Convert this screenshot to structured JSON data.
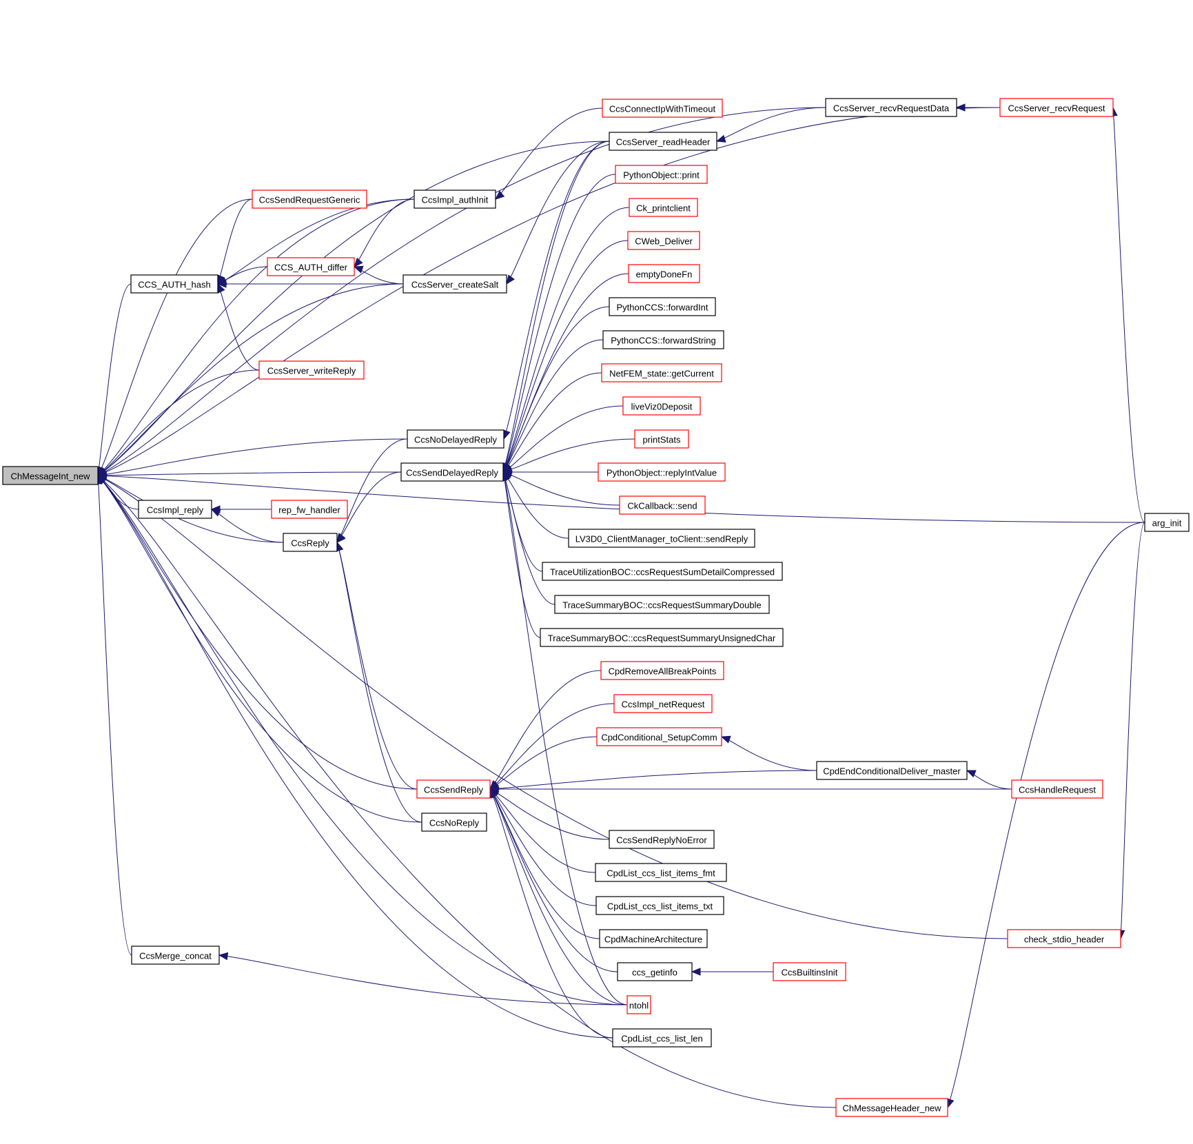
{
  "title": "ChMessageInt_new caller graph",
  "colors": {
    "edge": "#191970",
    "border_default": "#000000",
    "border_undocumented": "#ff0000",
    "root_fill": "#bfbfbf"
  },
  "nodes": [
    {
      "id": "ChMessageInt_new",
      "label": "ChMessageInt_new",
      "style": "root"
    },
    {
      "id": "CCS_AUTH_hash",
      "label": "CCS_AUTH_hash",
      "style": "black"
    },
    {
      "id": "CcsSendRequestGeneric",
      "label": "CcsSendRequestGeneric",
      "style": "red"
    },
    {
      "id": "CCS_AUTH_differ",
      "label": "CCS_AUTH_differ",
      "style": "red"
    },
    {
      "id": "CcsServer_writeReply",
      "label": "CcsServer_writeReply",
      "style": "red"
    },
    {
      "id": "CcsImpl_authInit",
      "label": "CcsImpl_authInit",
      "style": "black"
    },
    {
      "id": "CcsServer_createSalt",
      "label": "CcsServer_createSalt",
      "style": "black"
    },
    {
      "id": "CcsImpl_reply",
      "label": "CcsImpl_reply",
      "style": "black"
    },
    {
      "id": "rep_fw_handler",
      "label": "rep_fw_handler",
      "style": "red"
    },
    {
      "id": "CcsReply",
      "label": "CcsReply",
      "style": "black"
    },
    {
      "id": "CcsNoDelayedReply",
      "label": "CcsNoDelayedReply",
      "style": "black"
    },
    {
      "id": "CcsSendDelayedReply",
      "label": "CcsSendDelayedReply",
      "style": "black"
    },
    {
      "id": "CcsSendReply",
      "label": "CcsSendReply",
      "style": "red"
    },
    {
      "id": "CcsNoReply",
      "label": "CcsNoReply",
      "style": "black"
    },
    {
      "id": "CcsMerge_concat",
      "label": "CcsMerge_concat",
      "style": "black"
    },
    {
      "id": "CcsConnectIpWithTimeout",
      "label": "CcsConnectIpWithTimeout",
      "style": "red"
    },
    {
      "id": "CcsServer_readHeader",
      "label": "CcsServer_readHeader",
      "style": "black"
    },
    {
      "id": "PythonObject_print",
      "label": "PythonObject::print",
      "style": "red"
    },
    {
      "id": "Ck_printclient",
      "label": "Ck_printclient",
      "style": "red"
    },
    {
      "id": "CWeb_Deliver",
      "label": "CWeb_Deliver",
      "style": "red"
    },
    {
      "id": "emptyDoneFn",
      "label": "emptyDoneFn",
      "style": "red"
    },
    {
      "id": "PythonCCS_forwardInt",
      "label": "PythonCCS::forwardInt",
      "style": "black"
    },
    {
      "id": "PythonCCS_forwardString",
      "label": "PythonCCS::forwardString",
      "style": "black"
    },
    {
      "id": "NetFEM_state_getCurrent",
      "label": "NetFEM_state::getCurrent",
      "style": "red"
    },
    {
      "id": "liveViz0Deposit",
      "label": "liveViz0Deposit",
      "style": "red"
    },
    {
      "id": "printStats",
      "label": "printStats",
      "style": "red"
    },
    {
      "id": "PythonObject_replyIntValue",
      "label": "PythonObject::replyIntValue",
      "style": "red"
    },
    {
      "id": "CkCallback_send",
      "label": "CkCallback::send",
      "style": "red"
    },
    {
      "id": "LV3D0_sendReply",
      "label": "LV3D0_ClientManager_toClient::sendReply",
      "style": "black"
    },
    {
      "id": "TraceUtil_SumDetail",
      "label": "TraceUtilizationBOC::ccsRequestSumDetailCompressed",
      "style": "black"
    },
    {
      "id": "TraceSummary_Double",
      "label": "TraceSummaryBOC::ccsRequestSummaryDouble",
      "style": "black"
    },
    {
      "id": "TraceSummary_UChar",
      "label": "TraceSummaryBOC::ccsRequestSummaryUnsignedChar",
      "style": "black"
    },
    {
      "id": "CpdRemoveAllBreakPoints",
      "label": "CpdRemoveAllBreakPoints",
      "style": "red"
    },
    {
      "id": "CcsImpl_netRequest",
      "label": "CcsImpl_netRequest",
      "style": "red"
    },
    {
      "id": "CpdConditional_SetupComm",
      "label": "CpdConditional_SetupComm",
      "style": "red"
    },
    {
      "id": "CcsSendReplyNoError",
      "label": "CcsSendReplyNoError",
      "style": "black"
    },
    {
      "id": "CpdList_items_fmt",
      "label": "CpdList_ccs_list_items_fmt",
      "style": "black"
    },
    {
      "id": "CpdList_items_txt",
      "label": "CpdList_ccs_list_items_txt",
      "style": "black"
    },
    {
      "id": "CpdMachineArchitecture",
      "label": "CpdMachineArchitecture",
      "style": "black"
    },
    {
      "id": "ccs_getinfo",
      "label": "ccs_getinfo",
      "style": "black"
    },
    {
      "id": "ntohl",
      "label": "ntohl",
      "style": "red"
    },
    {
      "id": "CpdList_len",
      "label": "CpdList_ccs_list_len",
      "style": "black"
    },
    {
      "id": "CcsServer_recvRequestData",
      "label": "CcsServer_recvRequestData",
      "style": "black"
    },
    {
      "id": "CcsServer_recvRequest",
      "label": "CcsServer_recvRequest",
      "style": "red"
    },
    {
      "id": "CpdEndConditionalDeliver_master",
      "label": "CpdEndConditionalDeliver_master",
      "style": "black"
    },
    {
      "id": "CcsHandleRequest",
      "label": "CcsHandleRequest",
      "style": "red"
    },
    {
      "id": "CcsBuiltinsInit",
      "label": "CcsBuiltinsInit",
      "style": "red"
    },
    {
      "id": "check_stdio_header",
      "label": "check_stdio_header",
      "style": "red"
    },
    {
      "id": "ChMessageHeader_new",
      "label": "ChMessageHeader_new",
      "style": "red"
    },
    {
      "id": "arg_init",
      "label": "arg_init",
      "style": "black"
    }
  ],
  "edges": [
    [
      "CCS_AUTH_hash",
      "ChMessageInt_new"
    ],
    [
      "CcsSendRequestGeneric",
      "ChMessageInt_new"
    ],
    [
      "CcsImpl_authInit",
      "ChMessageInt_new"
    ],
    [
      "CcsServer_createSalt",
      "ChMessageInt_new"
    ],
    [
      "CcsServer_writeReply",
      "ChMessageInt_new"
    ],
    [
      "CcsNoDelayedReply",
      "ChMessageInt_new"
    ],
    [
      "CcsSendDelayedReply",
      "ChMessageInt_new"
    ],
    [
      "CcsImpl_reply",
      "ChMessageInt_new"
    ],
    [
      "CcsReply",
      "ChMessageInt_new"
    ],
    [
      "CcsSendReply",
      "ChMessageInt_new"
    ],
    [
      "CcsNoReply",
      "ChMessageInt_new"
    ],
    [
      "CcsMerge_concat",
      "ChMessageInt_new"
    ],
    [
      "ntohl",
      "ChMessageInt_new"
    ],
    [
      "CpdList_len",
      "ChMessageInt_new"
    ],
    [
      "ChMessageHeader_new",
      "ChMessageInt_new"
    ],
    [
      "check_stdio_header",
      "ChMessageInt_new"
    ],
    [
      "CcsServer_readHeader",
      "ChMessageInt_new"
    ],
    [
      "CcsServer_recvRequestData",
      "ChMessageInt_new"
    ],
    [
      "CcsServer_recvRequest",
      "ChMessageInt_new"
    ],
    [
      "arg_init",
      "ChMessageInt_new"
    ],
    [
      "CcsSendRequestGeneric",
      "CCS_AUTH_hash"
    ],
    [
      "CcsImpl_authInit",
      "CCS_AUTH_hash"
    ],
    [
      "CCS_AUTH_differ",
      "CCS_AUTH_hash"
    ],
    [
      "CcsServer_createSalt",
      "CCS_AUTH_hash"
    ],
    [
      "CcsServer_writeReply",
      "CCS_AUTH_hash"
    ],
    [
      "CcsImpl_authInit",
      "CCS_AUTH_differ"
    ],
    [
      "CcsServer_createSalt",
      "CCS_AUTH_differ"
    ],
    [
      "CcsConnectIpWithTimeout",
      "CcsImpl_authInit"
    ],
    [
      "CcsServer_readHeader",
      "CcsServer_createSalt"
    ],
    [
      "rep_fw_handler",
      "CcsImpl_reply"
    ],
    [
      "CcsReply",
      "CcsImpl_reply"
    ],
    [
      "CcsNoDelayedReply",
      "CcsReply"
    ],
    [
      "CcsSendDelayedReply",
      "CcsReply"
    ],
    [
      "CcsSendReply",
      "CcsReply"
    ],
    [
      "CcsNoReply",
      "CcsReply"
    ],
    [
      "CcsServer_readHeader",
      "CcsNoDelayedReply"
    ],
    [
      "CcsServer_readHeader",
      "CcsSendDelayedReply"
    ],
    [
      "PythonObject_print",
      "CcsSendDelayedReply"
    ],
    [
      "Ck_printclient",
      "CcsSendDelayedReply"
    ],
    [
      "CWeb_Deliver",
      "CcsSendDelayedReply"
    ],
    [
      "emptyDoneFn",
      "CcsSendDelayedReply"
    ],
    [
      "PythonCCS_forwardInt",
      "CcsSendDelayedReply"
    ],
    [
      "PythonCCS_forwardString",
      "CcsSendDelayedReply"
    ],
    [
      "NetFEM_state_getCurrent",
      "CcsSendDelayedReply"
    ],
    [
      "liveViz0Deposit",
      "CcsSendDelayedReply"
    ],
    [
      "printStats",
      "CcsSendDelayedReply"
    ],
    [
      "PythonObject_replyIntValue",
      "CcsSendDelayedReply"
    ],
    [
      "CkCallback_send",
      "CcsSendDelayedReply"
    ],
    [
      "LV3D0_sendReply",
      "CcsSendDelayedReply"
    ],
    [
      "TraceUtil_SumDetail",
      "CcsSendDelayedReply"
    ],
    [
      "TraceSummary_Double",
      "CcsSendDelayedReply"
    ],
    [
      "TraceSummary_UChar",
      "CcsSendDelayedReply"
    ],
    [
      "ntohl",
      "CcsSendDelayedReply"
    ],
    [
      "CpdRemoveAllBreakPoints",
      "CcsSendReply"
    ],
    [
      "CcsImpl_netRequest",
      "CcsSendReply"
    ],
    [
      "CpdConditional_SetupComm",
      "CcsSendReply"
    ],
    [
      "CpdEndConditionalDeliver_master",
      "CcsSendReply"
    ],
    [
      "CcsHandleRequest",
      "CcsSendReply"
    ],
    [
      "CcsSendReplyNoError",
      "CcsSendReply"
    ],
    [
      "CpdList_items_fmt",
      "CcsSendReply"
    ],
    [
      "CpdList_items_txt",
      "CcsSendReply"
    ],
    [
      "CpdMachineArchitecture",
      "CcsSendReply"
    ],
    [
      "ccs_getinfo",
      "CcsSendReply"
    ],
    [
      "ntohl",
      "CcsSendReply"
    ],
    [
      "CpdList_len",
      "CcsSendReply"
    ],
    [
      "ntohl",
      "CcsMerge_concat"
    ],
    [
      "CcsServer_recvRequestData",
      "CcsServer_readHeader"
    ],
    [
      "CcsServer_recvRequest",
      "CcsServer_recvRequestData"
    ],
    [
      "arg_init",
      "CcsServer_recvRequest"
    ],
    [
      "CpdEndConditionalDeliver_master",
      "CpdConditional_SetupComm"
    ],
    [
      "CcsHandleRequest",
      "CpdEndConditionalDeliver_master"
    ],
    [
      "CcsBuiltinsInit",
      "ccs_getinfo"
    ],
    [
      "arg_init",
      "check_stdio_header"
    ],
    [
      "arg_init",
      "ChMessageHeader_new"
    ]
  ]
}
